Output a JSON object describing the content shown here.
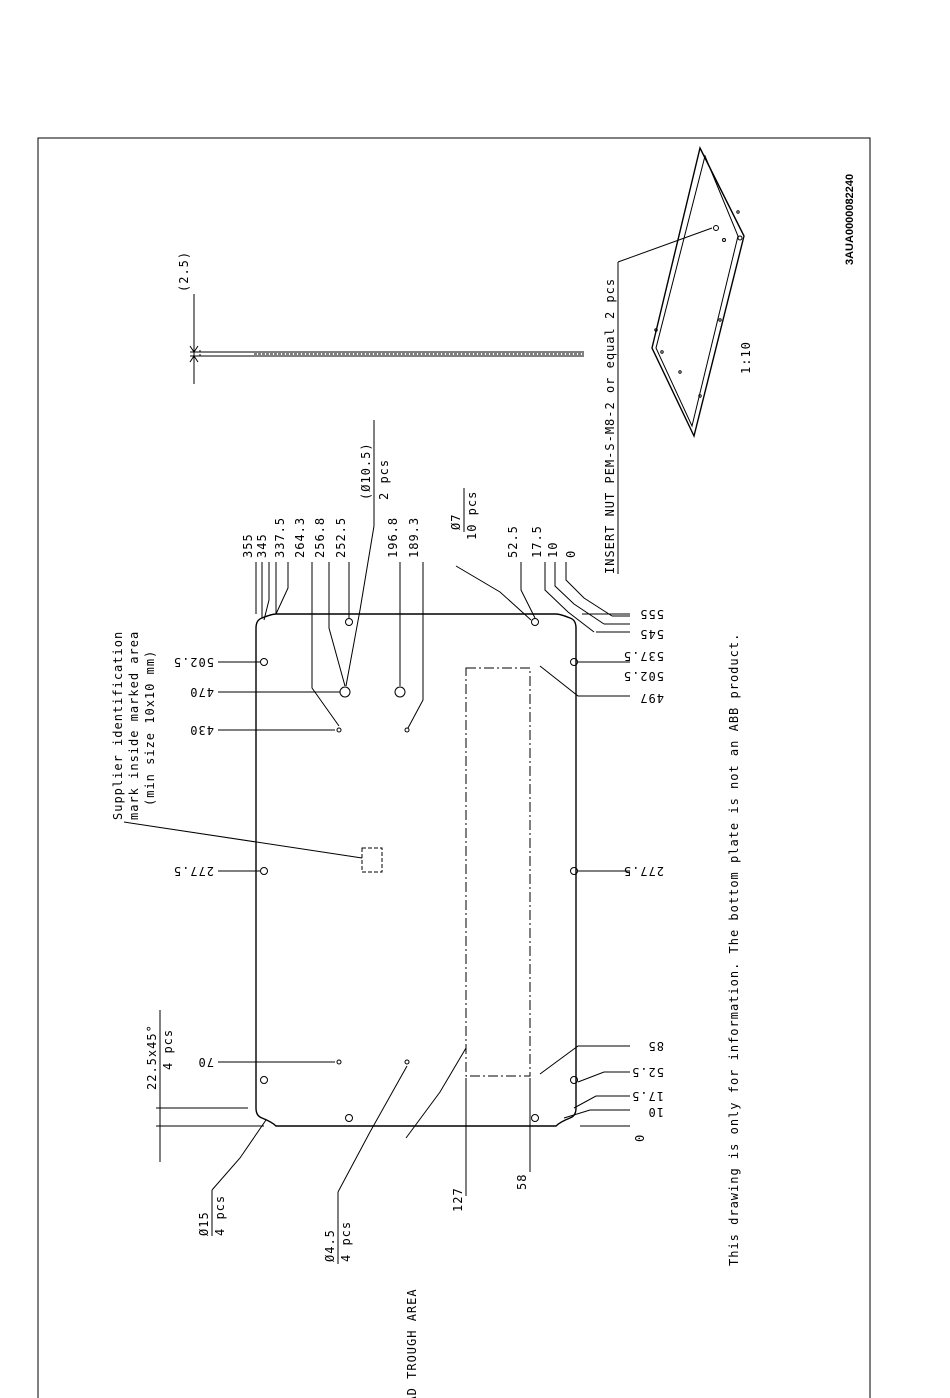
{
  "document_id": "3AUA0000082240",
  "labels": {
    "supplier_line1": "Supplier identification",
    "supplier_line2": "mark inside marked area",
    "supplier_line3": "(min size 10x10 mm)",
    "chamfer_top": "22.5x45°",
    "chamfer_bottom": "4 pcs",
    "hole15_top": "Ø15",
    "hole15_bottom": "4 pcs",
    "hole45_top": "Ø4.5",
    "hole45_bottom": "4 pcs",
    "lead_trough": "LEAD TROUGH AREA",
    "hole7_top": "Ø7",
    "hole7_bottom": "10 pcs",
    "hole105_top": "(Ø10.5)",
    "hole105_bottom": "2 pcs",
    "thickness": "(2.5)",
    "insert_nut": "INSERT NUT PEM-S-M8-2 or equal 2 pcs",
    "scale": "1:10",
    "note": "This drawing is only for information. The bottom plate is not an ABB product."
  },
  "dims_top": [
    "355",
    "345",
    "337.5",
    "264.3",
    "256.8",
    "252.5",
    "196.8",
    "189.3",
    "52.5",
    "17.5",
    "10",
    "0"
  ],
  "dims_left": [
    "502.5",
    "470",
    "430",
    "277.5",
    "70"
  ],
  "dims_right": [
    "555",
    "545",
    "537.5",
    "502.5",
    "497",
    "277.5",
    "85",
    "52.5",
    "17.5",
    "10",
    "0"
  ],
  "dims_bottom": [
    "127",
    "58"
  ]
}
